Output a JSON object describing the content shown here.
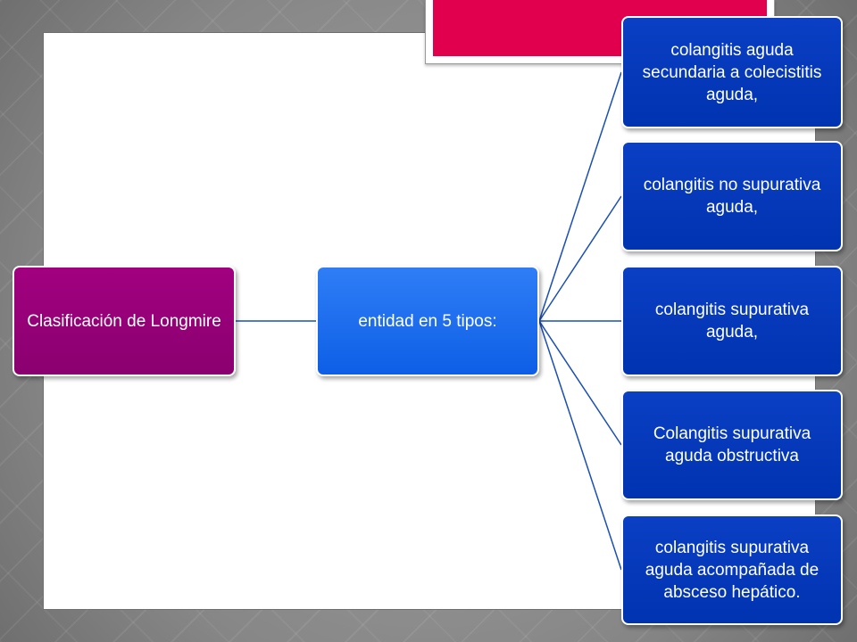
{
  "diagram": {
    "type": "hierarchy",
    "colors": {
      "root_fill": "#93007a",
      "mid_fill": "#1f6ff0",
      "leaf_fill": "#0638bb",
      "connector": "#1a4fb5",
      "accent_banner": "#e0004e"
    },
    "root": {
      "label": "Clasificación de Longmire"
    },
    "middle": {
      "label": "entidad en 5 tipos:"
    },
    "leaves": [
      {
        "label": "colangitis aguda secundaria a colecistitis aguda,"
      },
      {
        "label": "colangitis no supurativa aguda,"
      },
      {
        "label": "colangitis supurativa aguda,"
      },
      {
        "label": "Colangitis supurativa aguda obstructiva"
      },
      {
        "label": "colangitis supurativa aguda acompañada de absceso hepático."
      }
    ]
  }
}
